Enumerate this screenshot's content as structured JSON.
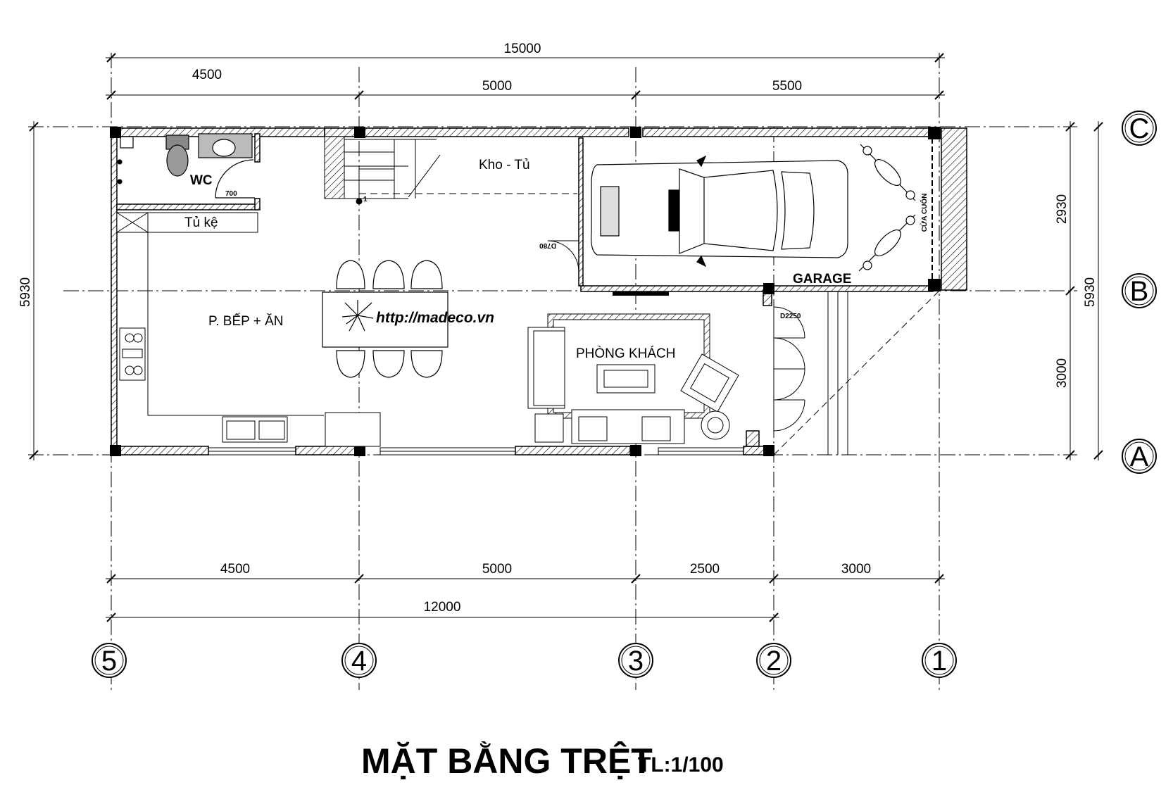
{
  "title": "MẶT BẰNG TRỆT",
  "scale": "TL:1/100",
  "watermark": "http://madeco.vn",
  "dimensions": {
    "top_total": "15000",
    "top_segments": [
      "4500",
      "5000",
      "5500"
    ],
    "bottom_segments": [
      "4500",
      "5000",
      "2500",
      "3000"
    ],
    "bottom_total": "12000",
    "left_total": "5930",
    "right_total": "5930",
    "right_segments": [
      "2930",
      "3000"
    ]
  },
  "grid_axes": {
    "horizontal": [
      "C",
      "B",
      "A"
    ],
    "vertical": [
      "5",
      "4",
      "3",
      "2",
      "1"
    ]
  },
  "rooms": {
    "wc": "WC",
    "shelf": "Tủ kệ",
    "storage": "Kho - Tủ",
    "kitchen": "P.  BẾP + ĂN",
    "living": "PHÒNG KHÁCH",
    "garage": "GARAGE",
    "rolling_door": "CỬA CUỐN"
  },
  "door_tags": {
    "wc_door": "700",
    "storage_door": "D780",
    "living_door": "D2250",
    "stair_step": "1"
  }
}
